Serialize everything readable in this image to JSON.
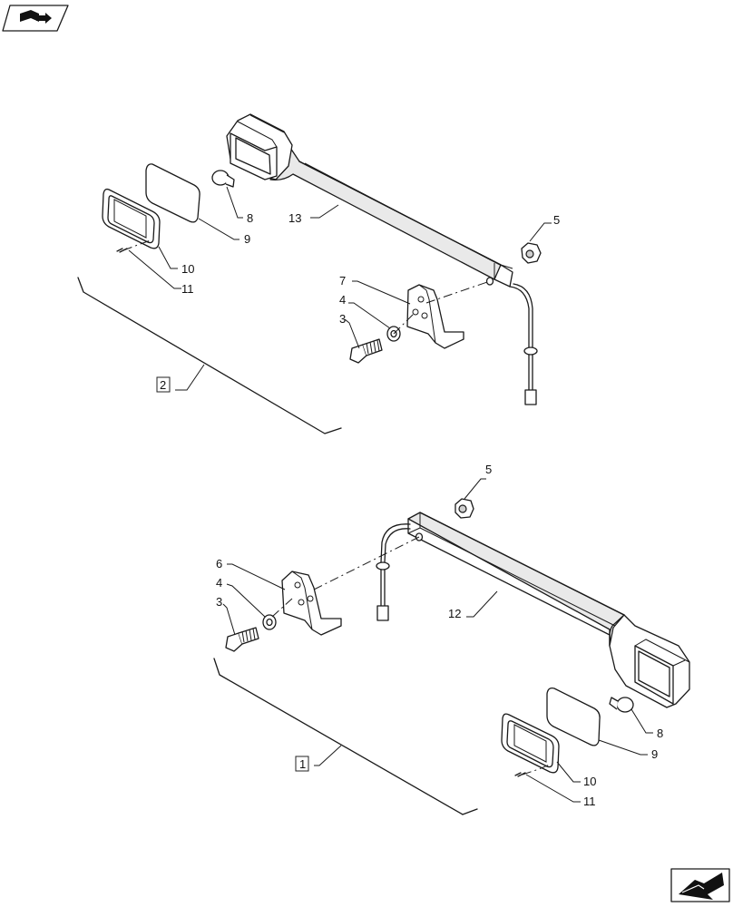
{
  "callouts": {
    "top": {
      "p8": "8",
      "p9": "9",
      "p10": "10",
      "p11": "11",
      "p13": "13",
      "p5": "5",
      "p7": "7",
      "p4": "4",
      "p3": "3",
      "assembly": "2"
    },
    "bottom": {
      "p5": "5",
      "p6": "6",
      "p4": "4",
      "p3": "3",
      "p12": "12",
      "p8": "8",
      "p9": "9",
      "p10": "10",
      "p11": "11",
      "assembly": "1"
    }
  },
  "icons": {
    "header": "book-open-arrow-icon",
    "footer": "next-page-arrow-icon"
  }
}
